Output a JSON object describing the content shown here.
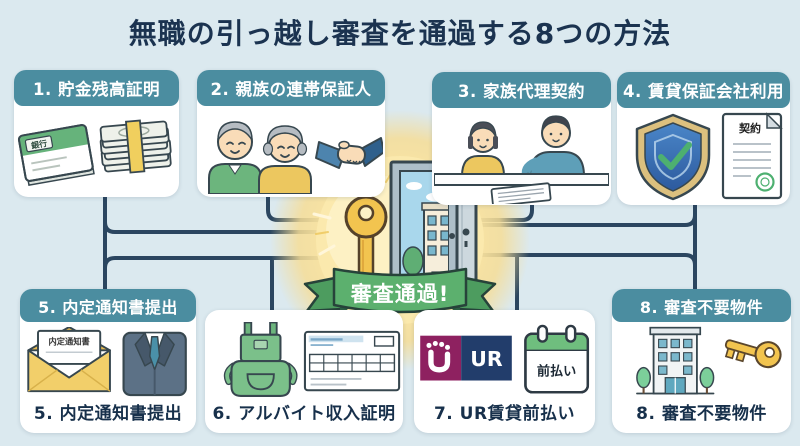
{
  "title": "無職の引っ越し審査を通過する8つの方法",
  "center": {
    "badge": "審査通過!",
    "icons": [
      "key-icon",
      "open-door-icon",
      "sunburst"
    ]
  },
  "cards": [
    {
      "number": "1",
      "title": "1. 貯金残高証明",
      "icons": [
        "bank-passbook-icon",
        "cash-stack-icon"
      ],
      "labels": {
        "passbook": "銀行"
      }
    },
    {
      "number": "2",
      "title": "2. 親族の連帯保証人",
      "icons": [
        "elderly-couple-icon",
        "handshake-icon"
      ]
    },
    {
      "number": "3",
      "title": "3. 家族代理契約",
      "icons": [
        "family-signing-icon"
      ]
    },
    {
      "number": "4",
      "title": "4. 賃貸保証会社利用",
      "icons": [
        "shield-check-icon",
        "contract-document-icon"
      ],
      "labels": {
        "document": "契約"
      }
    },
    {
      "number": "5",
      "title": "5. 内定通知書提出",
      "caption": "5. 内定通知書提出",
      "icons": [
        "offer-letter-envelope-icon",
        "business-suit-icon"
      ],
      "labels": {
        "letter": "内定通知書"
      }
    },
    {
      "number": "6",
      "caption": "6. アルバイト収入証明",
      "icons": [
        "apron-icon",
        "payslip-icon"
      ]
    },
    {
      "number": "7",
      "caption": "7. UR賃貸前払い",
      "icons": [
        "ur-logo",
        "calendar-icon"
      ],
      "labels": {
        "logo": "UR",
        "calendar": "前払い"
      }
    },
    {
      "number": "8",
      "title": "8. 審査不要物件",
      "caption": "8. 審査不要物件",
      "icons": [
        "apartment-building-icon",
        "key-icon"
      ]
    }
  ],
  "colors": {
    "background": "#dbe9ef",
    "card_header": "#4b8da0",
    "title_text": "#1b3350",
    "connector": "#2b4660",
    "ribbon_green": "#57a967",
    "glow_yellow": "#fbe9ad",
    "key_gold": "#f2c44f"
  }
}
